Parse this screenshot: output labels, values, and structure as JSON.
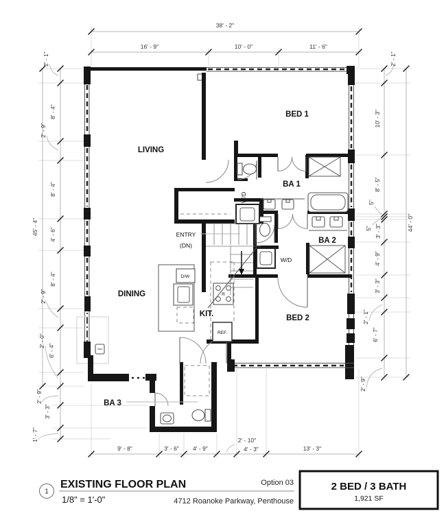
{
  "rooms": {
    "living": "LIVING",
    "dining": "DINING",
    "kitchen": "KIT.",
    "bed1": "BED 1",
    "bed2": "BED 2",
    "ba1": "BA 1",
    "ba2": "BA 2",
    "ba3": "BA 3",
    "entry1": "ENTRY",
    "entry2": "(DN)"
  },
  "app": {
    "wd": "W/D",
    "dw": "D/W",
    "range": "R",
    "ref": "REF."
  },
  "dims": {
    "top": {
      "overall": "38' - 2\"",
      "seg": [
        "16' - 9\"",
        "10' - 0\"",
        "11' - 6\""
      ]
    },
    "left": {
      "overall": "45' - 4\"",
      "seg": [
        "2' - 1\"",
        "8' - 4\"",
        "2' - 9\"",
        "8' - 4\"",
        "4' - 6\"",
        "8' - 4\"",
        "2' - 9\"",
        "2' - 0\"",
        "6' - 4\"",
        "2' - 9\"",
        "3' - 3\"",
        "1' - 7\""
      ]
    },
    "right": {
      "overall": "44' - 0\"",
      "seg": [
        "2' - 1\"",
        "10' - 3\"",
        "8' - 5\"",
        "5\"",
        "5\"",
        "3' - 3\"",
        "4' - 9\"",
        "3' - 3\"",
        "2' - 1\"",
        "6' - 7\"",
        "2' - 9\""
      ]
    },
    "bottom": {
      "seg": [
        "9' - 8\"",
        "3' - 6\"",
        "4' - 9\"",
        "2' - 10\"",
        "4' - 3\"",
        "13' - 3\""
      ]
    }
  },
  "title_block": {
    "number": "1",
    "title": "EXISTING FLOOR PLAN",
    "scale": "1/8\" = 1'-0\"",
    "option": "Option 03",
    "address": "4712 Roanoke Parkway, Penthouse"
  },
  "summary": {
    "beds_baths": "2 BED / 3 BATH",
    "area": "1,921 SF"
  }
}
